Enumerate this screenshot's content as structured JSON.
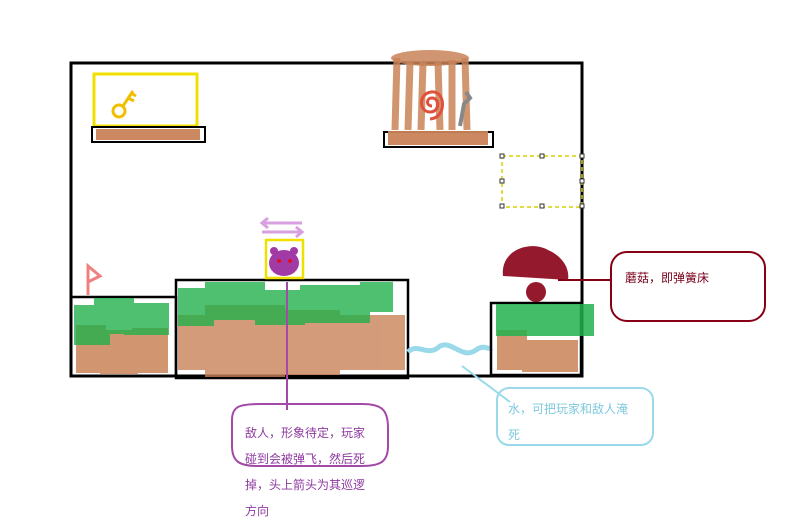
{
  "annotations": {
    "enemy": "敌人，形象待定，玩家碰到会被弹飞，然后死掉，头上箭头为其巡逻方向",
    "water": "水，可把玩家和敌人淹死",
    "mushroom": "蘑菇，即弹簧床"
  },
  "colors": {
    "frame": "#000000",
    "key_zone": "#f0e000",
    "dirt": "#c98358",
    "grass": "#22b14c",
    "enemy": "#a23aa6",
    "water": "#99d9ea",
    "mushroom": "#880015",
    "note_enemy": "#8e3aa0",
    "note_water": "#7ec9de",
    "note_mushroom": "#7a0019"
  },
  "icons": [
    "key-icon",
    "spiral-icon",
    "flag-icon",
    "patrol-arrow-icon",
    "enemy-sprite",
    "mushroom-icon",
    "cage-icon"
  ]
}
